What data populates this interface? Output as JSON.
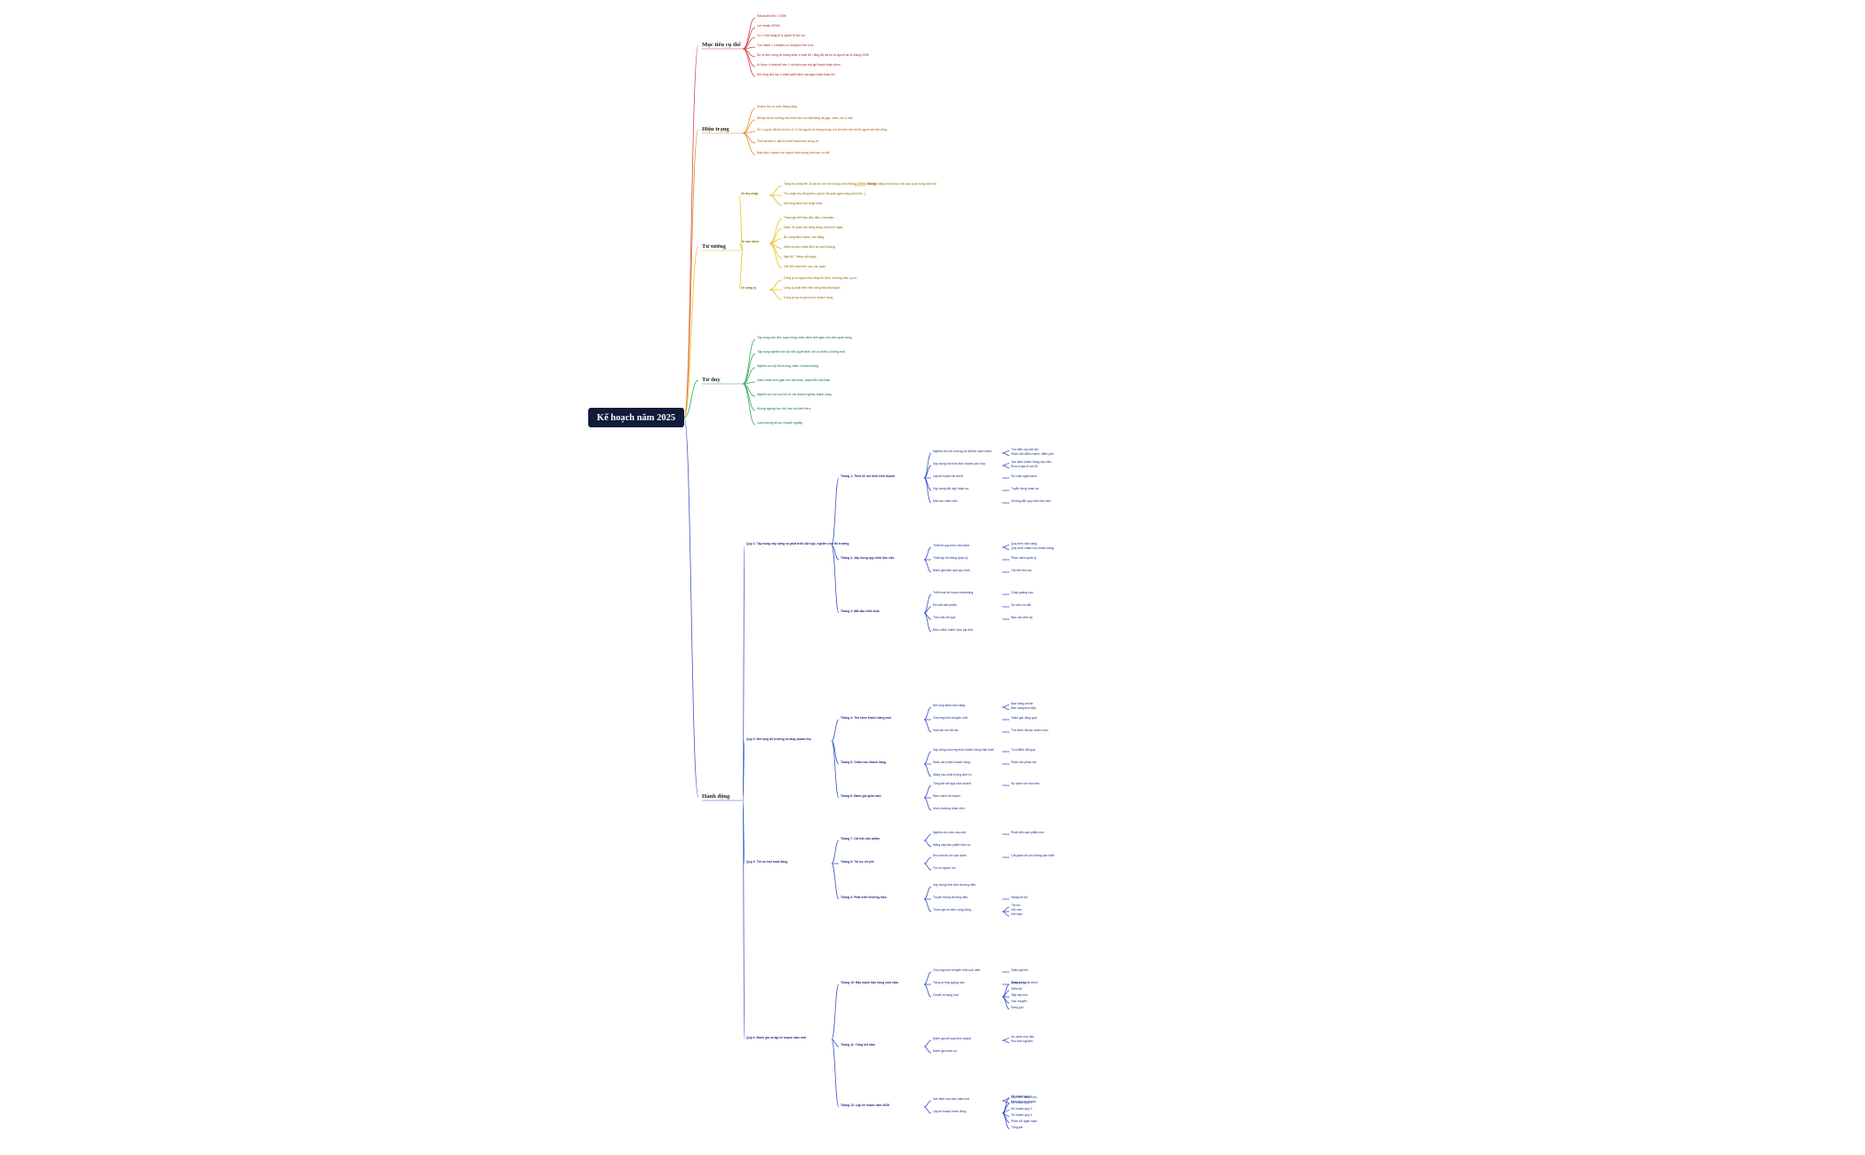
{
  "root": {
    "title": "Kế hoạch năm 2025"
  },
  "branches": [
    {
      "key": "muctieu",
      "title": "Mục tiêu cụ thể",
      "color": "#d64545",
      "items": [
        {
          "text": "Đạt doanh thu 1.000tr"
        },
        {
          "text": "Lợi nhuận 300tr/t"
        },
        {
          "text": "Có 1 cửa hàng lẻ & người đi thứ lực"
        },
        {
          "text": "Tìm thành 1 Leaders có trọng thứ thứ trực"
        },
        {
          "text": "Số vệ tinh trong về tháng khác ít nhất 50 / tăng đã vai trò là người tại có tháng 2005"
        },
        {
          "text": "Kí được ít nhất sẽ hơn 1 nội định vào mà giữ thành khác thêm"
        },
        {
          "text": "Mở rộng chỗ lớp ít nhất tuyển định mà ngàn khác khác khi"
        }
      ]
    },
    {
      "key": "hientrang",
      "title": "Hiện trạng",
      "color": "#e08a2a",
      "items": [
        {
          "text": "Doanh thu có mức thông tăng"
        },
        {
          "text": "Đã tạo được hướng các thêm cho và mặt bằng rất gấp, cảnh, nội & việc"
        },
        {
          "text": "Số 1 người đã thu tin lớn 3 / 4 mà người có tháng trung, nói lớn liên mở tới Đi người chỉ làm tổng"
        },
        {
          "text": "Thời sẽ hiện 1 đặt tỉ có thể doanh thu trong xe"
        },
        {
          "text": "Đầu đậm Leader nơi người thêm trung làm bạn có thể"
        }
      ]
    },
    {
      "key": "tutuong",
      "title": "Tư tưởng",
      "color": "#e8c020",
      "groups": [
        {
          "title": "Về thu nhập",
          "items": [
            {
              "text": "Tăng thu nhập lên 10 lần so với mức trung bình tháng (100tr/1 tháng)",
              "note": "Đủ khả năng chi trả mọi nhu cầu cuộc sống như thủ"
            },
            {
              "text": "Thu nhập thụ động theo quý từ lãi suất ngân hàng (khối đó...)"
            },
            {
              "text": "Mở rộng kênh thu nhập khác"
            }
          ]
        },
        {
          "title": "Về sức khỏe",
          "items": [
            {
              "text": "Tham gia thể thao đều đặn 1 lần/tuần"
            },
            {
              "text": "Dành 30 phút vận động trung bình mỗi ngày"
            },
            {
              "text": "Ăn uống lành mạnh, cân bằng"
            },
            {
              "text": "Kiểm tra sức khỏe định kỳ mỗi 6 tháng"
            },
            {
              "text": "Ngủ đủ 7 tiếng mỗi ngày"
            },
            {
              "text": "Giữ tinh thần tích cực, lạc quan"
            }
          ]
        },
        {
          "title": "Về công ty",
          "items": [
            {
              "text": "Công ty có nguồn thu nhập ổn định, thương hiệu uy tín"
            },
            {
              "text": "Công ty phát triển bền vững theo thời gian"
            },
            {
              "text": "Công ty tạo ra giá trị cho khách hàng"
            }
          ]
        }
      ]
    },
    {
      "key": "tuduy",
      "title": "Tư duy",
      "color": "#2eaa5e",
      "items": [
        {
          "text": "Tập trung vào việc quan trọng nhất, dành thời gian cho việc quan trọng"
        },
        {
          "text": "Tập trung nghiên cứu kỹ mỗi quyết định, tìm ra nhiều ý tưởng mới"
        },
        {
          "text": "Nghiên cứu kỹ thị trường, hành vi khách hàng"
        },
        {
          "text": "Dành nhiều thời gian cho bản thân, phát triển bản thân"
        },
        {
          "text": "Nghiên cứu và học hỏi từ các doanh nghiệp thành công"
        },
        {
          "text": "Không ngừng học hỏi, trau dồi kiến thức"
        },
        {
          "text": "Luôn hướng tới sự chuyên nghiệp"
        }
      ]
    },
    {
      "key": "hanhdong",
      "title": "Hành động",
      "color": "#3b55c9",
      "quarters": [
        {
          "title": "Quý 1: Tập trung xây dựng và phát triển đội ngũ, nghiên cứu thị trường",
          "months": [
            {
              "title": "Tháng 1: Thiết kế mô hình kinh doanh",
              "items": [
                {
                  "text": "Nghiên cứu thị trường và đối thủ cạnh tranh",
                  "subs": [
                    "Tìm hiểu các đối thủ",
                    "Phân tích điểm mạnh, điểm yếu"
                  ]
                },
                {
                  "text": "Xây dựng mô hình kinh doanh phù hợp",
                  "subs": [
                    "Xác định khách hàng mục tiêu",
                    "Đưa ra giá trị cốt lõi"
                  ]
                },
                {
                  "text": "Lập kế hoạch tài chính",
                  "subs": [
                    "Dự toán ngân sách"
                  ]
                },
                {
                  "text": "Xây dựng đội ngũ nhân sự",
                  "subs": [
                    "Tuyển dụng nhân sự"
                  ]
                },
                {
                  "text": "Đào tạo nhân viên",
                  "subs": [
                    "Hướng dẫn quy trình làm việc"
                  ]
                }
              ]
            },
            {
              "title": "Tháng 2: Xây dựng quy trình làm việc",
              "items": [
                {
                  "text": "Thiết kế quy trình vận hành",
                  "subs": [
                    "Quy trình bán hàng",
                    "Quy trình chăm sóc khách hàng"
                  ]
                },
                {
                  "text": "Thiết lập hệ thống quản lý",
                  "subs": [
                    "Phần mềm quản lý"
                  ]
                },
                {
                  "text": "Đánh giá hiệu quả quy trình",
                  "subs": [
                    "Cải tiến liên tục"
                  ]
                }
              ]
            },
            {
              "title": "Tháng 3: Bắt đầu triển khai",
              "items": [
                {
                  "text": "Triển khai kế hoạch marketing",
                  "subs": [
                    "Chạy quảng cáo"
                  ]
                },
                {
                  "text": "Ra mắt sản phẩm",
                  "subs": [
                    "Sự kiện ra mắt"
                  ]
                },
                {
                  "text": "Theo dõi kết quả",
                  "subs": [
                    "Báo cáo định kỳ"
                  ]
                },
                {
                  "text": "Điều chỉnh chiến lược kịp thời",
                  "subs": []
                }
              ]
            }
          ]
        },
        {
          "title": "Quý 2: Mở rộng thị trường và tăng doanh thu",
          "months": [
            {
              "title": "Tháng 4: Tìm kiếm khách hàng mới",
              "items": [
                {
                  "text": "Mở rộng kênh bán hàng",
                  "subs": [
                    "Bán hàng online",
                    "Bán hàng trực tiếp"
                  ]
                },
                {
                  "text": "Chương trình khuyến mãi",
                  "subs": [
                    "Giảm giá, tặng quà"
                  ]
                },
                {
                  "text": "Hợp tác với đối tác",
                  "subs": [
                    "Tìm kiếm đối tác chiến lược"
                  ]
                }
              ]
            },
            {
              "title": "Tháng 5: Chăm sóc khách hàng",
              "items": [
                {
                  "text": "Xây dựng chương trình khách hàng thân thiết",
                  "subs": [
                    "Tích điểm đổi quà"
                  ]
                },
                {
                  "text": "Khảo sát ý kiến khách hàng",
                  "subs": [
                    "Phân tích phản hồi"
                  ]
                },
                {
                  "text": "Nâng cao chất lượng dịch vụ",
                  "subs": []
                }
              ]
            },
            {
              "title": "Tháng 6: Đánh giá giữa năm",
              "items": [
                {
                  "text": "Tổng kết kết quả kinh doanh",
                  "subs": [
                    "So sánh với mục tiêu"
                  ]
                },
                {
                  "text": "Điều chỉnh kế hoạch",
                  "subs": []
                },
                {
                  "text": "Khen thưởng nhân viên",
                  "subs": []
                }
              ]
            }
          ]
        },
        {
          "title": "Quý 3: Tối ưu hóa hoạt động",
          "months": [
            {
              "title": "Tháng 7: Cải tiến sản phẩm",
              "items": [
                {
                  "text": "Nghiên cứu nhu cầu mới",
                  "subs": [
                    "Phát triển sản phẩm mới"
                  ]
                },
                {
                  "text": "Nâng cấp sản phẩm hiện có",
                  "subs": []
                }
              ]
            },
            {
              "title": "Tháng 8: Tối ưu chi phí",
              "items": [
                {
                  "text": "Rà soát chi phí vận hành",
                  "subs": [
                    "Cắt giảm chi phí không cần thiết"
                  ]
                },
                {
                  "text": "Tối ưu nguồn lực",
                  "subs": []
                }
              ]
            },
            {
              "title": "Tháng 9: Phát triển thương hiệu",
              "items": [
                {
                  "text": "Xây dựng hình ảnh thương hiệu",
                  "subs": []
                },
                {
                  "text": "Truyền thông thương hiệu",
                  "subs": [
                    "Mạng xã hội"
                  ]
                },
                {
                  "text": "Tham gia sự kiện cộng đồng",
                  "subs": [
                    "Tài trợ",
                    "Hội chợ",
                    "Hội thảo"
                  ]
                }
              ]
            }
          ]
        },
        {
          "title": "Quý 4: Đánh giá và lập kế hoạch năm mới",
          "months": [
            {
              "title": "Tháng 10: Đẩy mạnh bán hàng cuối năm",
              "items": [
                {
                  "text": "Chương trình khuyến mãi cuối năm",
                  "subs": [
                    "Giảm giá lớn"
                  ]
                },
                {
                  "text": "Tăng cường quảng cáo",
                  "subs": [
                    "Quảng cáo đa kênh"
                  ]
                },
                {
                  "text": "Chuẩn bị hàng hóa",
                  "subs": [
                    "Nhập hàng",
                    "Kiểm kê",
                    "Sắp xếp kho",
                    "Vận chuyển",
                    "Đóng gói"
                  ]
                }
              ]
            },
            {
              "title": "Tháng 11: Tổng kết năm",
              "items": [
                {
                  "text": "Đánh giá kết quả kinh doanh",
                  "subs": [
                    "So sánh mục tiêu",
                    "Rút kinh nghiệm"
                  ]
                },
                {
                  "text": "Đánh giá nhân sự",
                  "subs": []
                }
              ]
            },
            {
              "title": "Tháng 12: Lập kế hoạch năm 2026",
              "items": [
                {
                  "text": "Xác định mục tiêu năm mới",
                  "subs": [
                    "Mục tiêu doanh thu",
                    "Mục tiêu lợi nhuận"
                  ]
                },
                {
                  "text": "Lập kế hoạch hành động",
                  "subs": [
                    "Kế hoạch quý 1",
                    "Kế hoạch quý 2",
                    "Kế hoạch quý 3",
                    "Kế hoạch quý 4",
                    "Phân bổ ngân sách",
                    "Tổng kết"
                  ]
                }
              ]
            }
          ]
        }
      ]
    }
  ]
}
